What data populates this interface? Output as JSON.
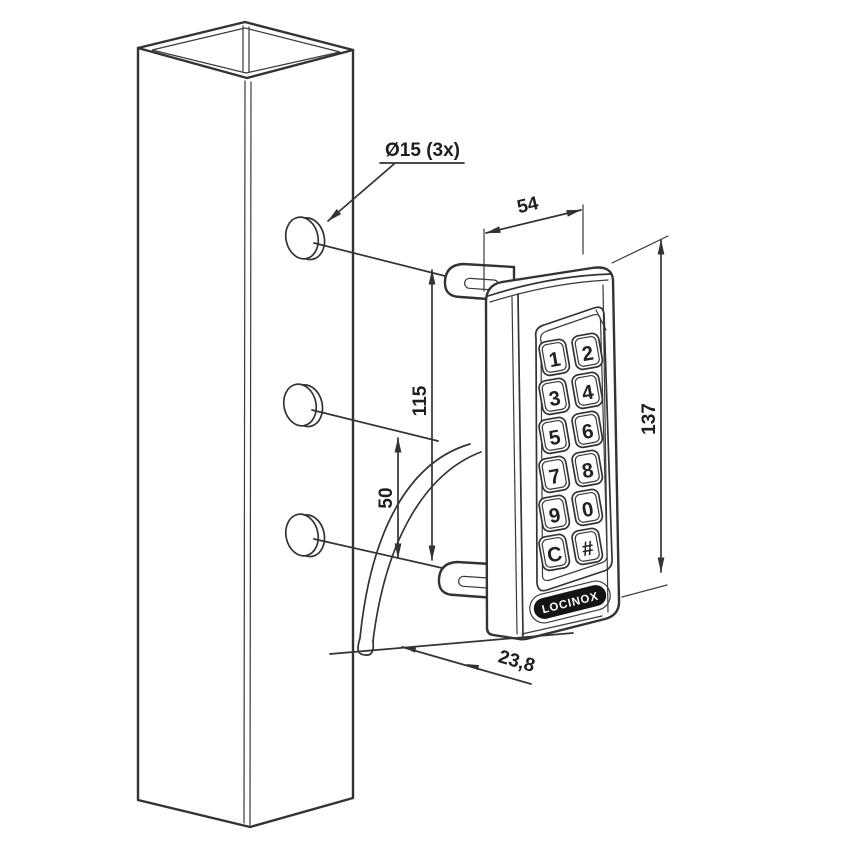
{
  "diagram": {
    "title_note": "",
    "labels": {
      "hole_diameter": "Ø15 (3x)",
      "width": "54",
      "spacing_upper": "115",
      "spacing_lower": "50",
      "height": "137",
      "depth": "23,8"
    },
    "keypad": {
      "brand": "LOCINOX",
      "buttons": [
        "1",
        "2",
        "3",
        "4",
        "5",
        "6",
        "7",
        "8",
        "9",
        "0",
        "C",
        "#"
      ]
    },
    "colors": {
      "line": "#333333",
      "text": "#1e1e1e",
      "logo_bg": "#141414",
      "logo_text": "#ffffff",
      "background": "#ffffff"
    }
  }
}
